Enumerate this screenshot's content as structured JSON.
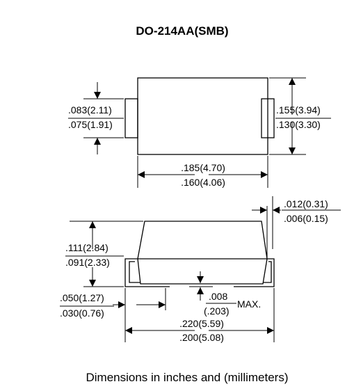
{
  "title": "DO-214AA(SMB)",
  "top_view": {
    "tab_height_max": ".083(2.11)",
    "tab_height_min": ".075(1.91)",
    "body_height_max": ".155(3.94)",
    "body_height_min": ".130(3.30)",
    "body_length_max": ".185(4.70)",
    "body_length_min": ".160(4.06)"
  },
  "side_view": {
    "lead_thickness_max": ".012(0.31)",
    "lead_thickness_min": ".006(0.15)",
    "package_height_max": ".111(2.84)",
    "package_height_min": ".091(2.33)",
    "lead_length_max": ".050(1.27)",
    "lead_length_min": ".030(0.76)",
    "standoff_max": ".008",
    "standoff_max_mm": "(.203)",
    "standoff_suffix": "MAX.",
    "overall_length_max": ".220(5.59)",
    "overall_length_min": ".200(5.08)"
  },
  "caption": "Dimensions in inches and (millimeters)"
}
